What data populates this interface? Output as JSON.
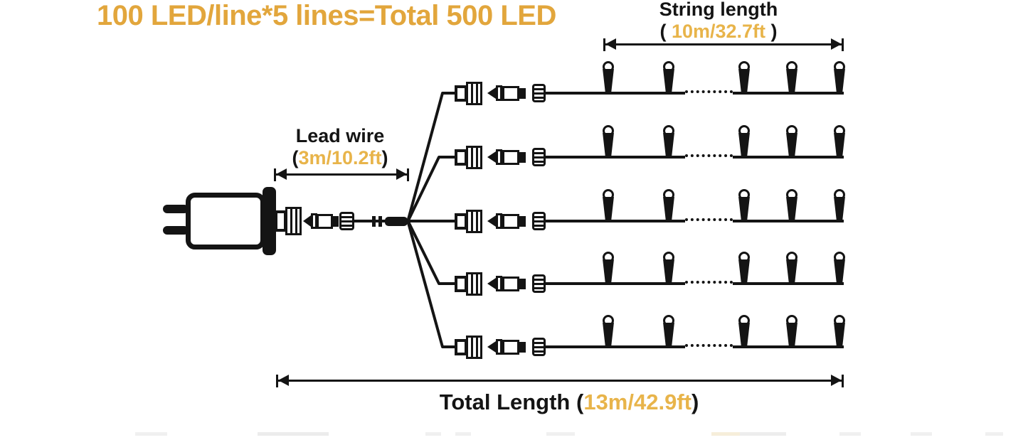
{
  "page": {
    "background": "#ffffff"
  },
  "colors": {
    "accent_gold": "#E2A63C",
    "value_gold": "#E8B44A",
    "ink": "#141414"
  },
  "title": {
    "text": "100 LED/line*5 lines=Total 500 LED"
  },
  "ann": {
    "string_length": {
      "label": "String length",
      "open": "( ",
      "value": "10m/32.7ft",
      "close": " )"
    },
    "lead_wire": {
      "label": "Lead wire",
      "open": "(",
      "value": "3m/10.2ft",
      "close": ")"
    },
    "total_length": {
      "label": "Total Length ",
      "open": "(",
      "value": "13m/42.9ft",
      "close": ")"
    }
  },
  "icons": {
    "power-plug-icon": "css-shape",
    "female-connector-icon": "css-shape",
    "male-connector-icon": "css-shape",
    "knurled-cap-icon": "css-shape",
    "led-bulb-icon": "css-shape",
    "dimension-arrow-icon": "css-shape"
  }
}
